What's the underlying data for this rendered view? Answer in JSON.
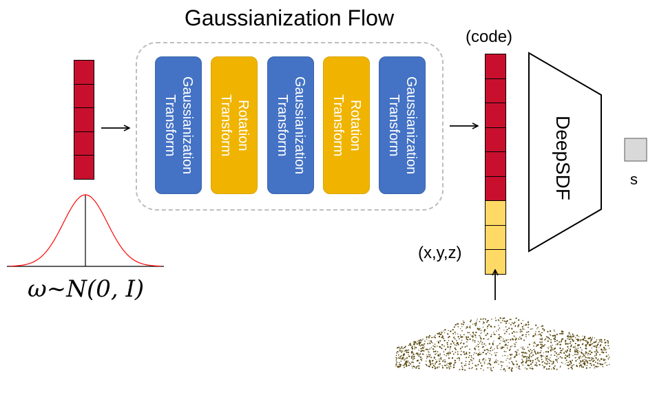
{
  "title": "Gaussianization Flow",
  "blocks": [
    {
      "label": "Gaussianization\nTransform",
      "color": "#4472c4"
    },
    {
      "label": "Rotation\nTransform",
      "color": "#f0b400"
    },
    {
      "label": "Gaussianization\nTransform",
      "color": "#4472c4"
    },
    {
      "label": "Rotation\nTransform",
      "color": "#f0b400"
    },
    {
      "label": "Gaussianization\nTransform",
      "color": "#4472c4"
    }
  ],
  "code_label": "(code)",
  "xyz_label": "(x,y,z)",
  "decoder_label": "DeepSDF",
  "output_label": "s",
  "prior_label": "ω~N(0, I)",
  "colors": {
    "latent_cell": "#c8102e",
    "coord_cell": "#ffd966",
    "gaussian_curve": "#ff0000",
    "output_cell": "#d9d9d9",
    "point_cloud": "#5a4a10"
  },
  "latent_vector_cells": 5,
  "code_cells": 6,
  "coord_cells": 3
}
